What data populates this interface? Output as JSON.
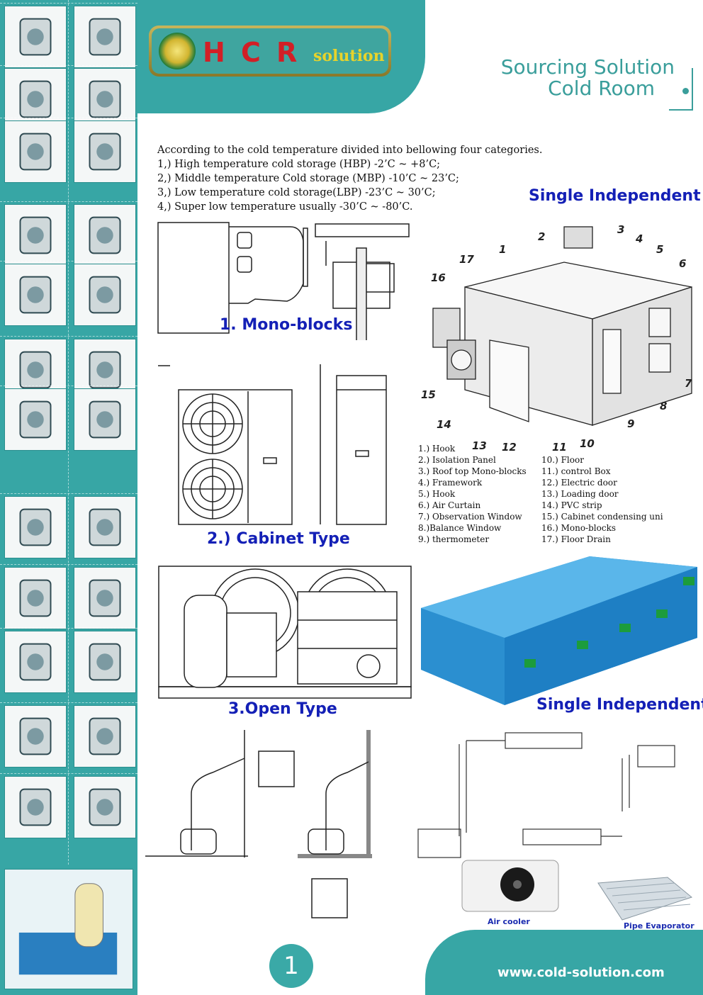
{
  "logo": {
    "letters": [
      "H",
      "C",
      "R"
    ],
    "suffix": "solution"
  },
  "header": {
    "line1": "Sourcing Solution",
    "line2": "Cold Room"
  },
  "intro": [
    "According to the cold temperature divided into bellowing four categories.",
    "1,) High temperature cold storage (HBP) -2’C ~ +8’C;",
    "2,) Middle temperature Cold storage (MBP) -10’C ~ 23’C;",
    "3,) Low temperature cold storage(LBP) -23’C ~ 30’C;",
    "4,) Super low temperature usually -30’C ~ -80’C."
  ],
  "titles": {
    "single_independent_top": "Single Independent",
    "mono_blocks": "1. Mono-blocks",
    "cabinet_type": "2.) Cabinet Type",
    "open_type": "3.Open Type",
    "single_independent_bottom": "Single Independent"
  },
  "diagram_numbers": [
    "1",
    "2",
    "3",
    "4",
    "5",
    "6",
    "7",
    "8",
    "9",
    "10",
    "11",
    "12",
    "13",
    "14",
    "15",
    "16",
    "17"
  ],
  "legend_left": [
    "1.) Hook",
    "2.) Isolation Panel",
    "3.) Roof top Mono-blocks",
    "4.) Framework",
    "5.) Hook",
    "6.) Air Curtain",
    "7.) Observation Window",
    "8.)Balance Window",
    "9.) thermometer"
  ],
  "legend_right": [
    "10.) Floor",
    "11.) control Box",
    "12.) Electric door",
    "13.) Loading door",
    "14.) PVC strip",
    "15.) Cabinet condensing uni",
    "16.) Mono-blocks",
    "17.) Floor Drain"
  ],
  "captions": {
    "air_cooler": "Air cooler",
    "pipe_evaporator": "Pipe Evaporator"
  },
  "footer": {
    "url": "www.cold-solution.com",
    "page_number": "1"
  },
  "colors": {
    "teal": "#37a6a5",
    "title_blue": "#1420b6",
    "logo_red": "#d21f26",
    "logo_gold": "#e8d32a"
  }
}
